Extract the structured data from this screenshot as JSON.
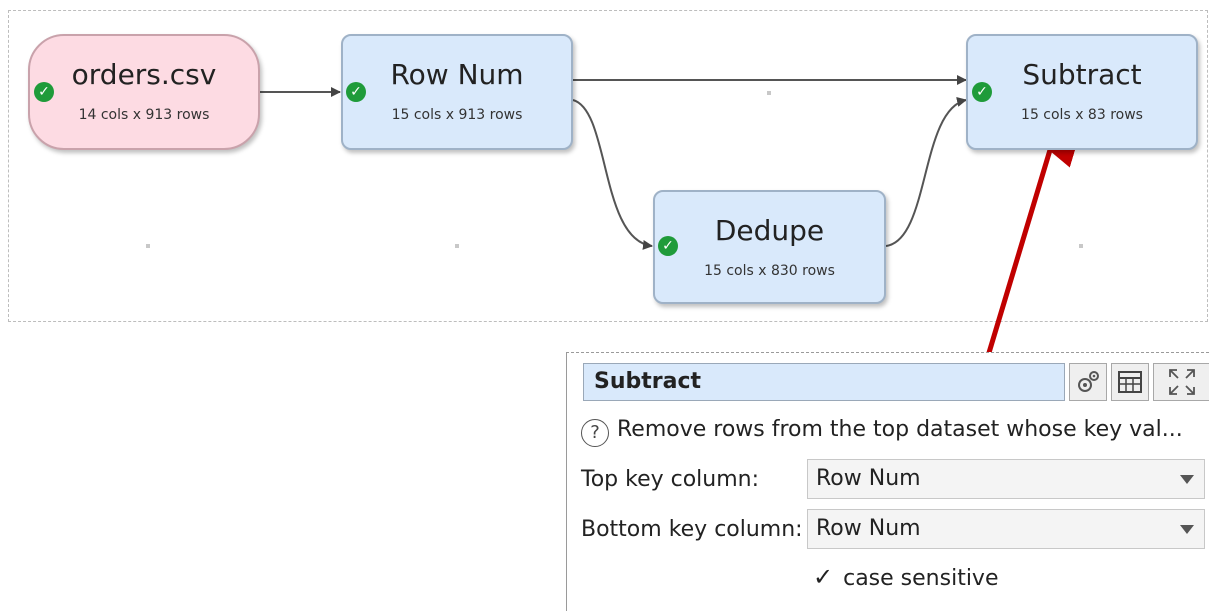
{
  "nodes": {
    "orders": {
      "title": "orders.csv",
      "sub": "14 cols x 913 rows"
    },
    "rownum": {
      "title": "Row Num",
      "sub": "15 cols x 913 rows"
    },
    "subtract": {
      "title": "Subtract",
      "sub": "15 cols x 83 rows"
    },
    "dedupe": {
      "title": "Dedupe",
      "sub": "15 cols x 830 rows"
    }
  },
  "panel": {
    "title": "Subtract",
    "help_text": "Remove rows from the top dataset whose key val...",
    "top_key_label": "Top key column:",
    "top_key_value": "Row Num",
    "bottom_key_label": "Bottom key column:",
    "bottom_key_value": "Row Num",
    "case_sensitive_label": "case sensitive",
    "case_sensitive_checked": true
  },
  "icons": {
    "status": "check-circle-icon",
    "settings": "gears-icon",
    "table": "table-icon",
    "maximize": "maximize-icon",
    "help": "help-icon"
  },
  "colors": {
    "input_node": "#fddbe3",
    "transform_node": "#d9e9fb",
    "ok_status": "#1f9b3a",
    "callout_arrow": "#c00000"
  }
}
